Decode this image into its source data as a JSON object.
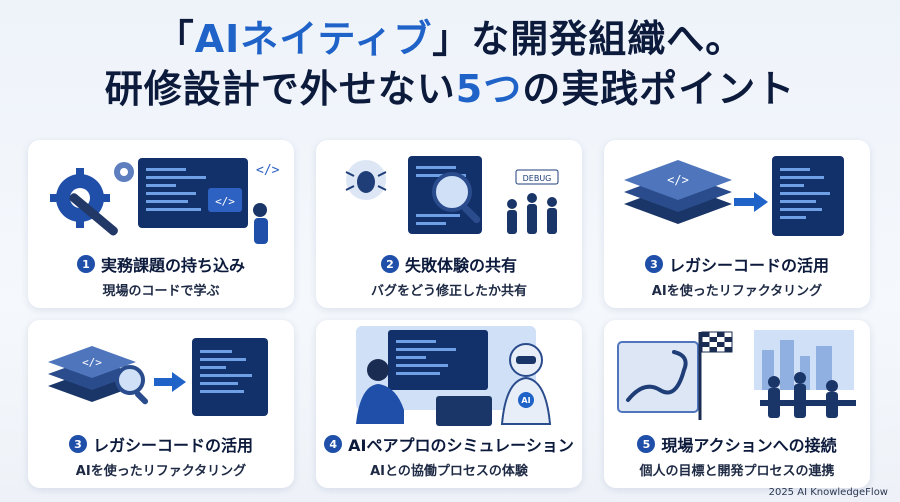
{
  "title": {
    "line1_bracket_open": "「",
    "line1_highlight": "AIネイティブ",
    "line1_rest": "」な開発組織へ。",
    "line2_pre": "研修設計で外せない",
    "line2_highlight": "5つ",
    "line2_post": "の実践ポイント"
  },
  "cards": [
    {
      "number": "1",
      "heading": "実務課題の持ち込み",
      "sub": "現場のコードで学ぶ",
      "icon": "gear-wrench-code-person-icon"
    },
    {
      "number": "2",
      "heading": "失敗体験の共有",
      "sub": "バグをどう修正したか共有",
      "icon": "bug-debug-magnifier-team-icon",
      "badge": "DEBUG"
    },
    {
      "number": "3",
      "heading": "レガシーコードの活用",
      "sub": "AIを使ったリファクタリング",
      "icon": "layers-to-code-icon"
    },
    {
      "number": "3",
      "heading": "レガシーコードの活用",
      "sub": "AIを使ったリファクタリング",
      "icon": "layers-magnifier-to-code-icon"
    },
    {
      "number": "4",
      "heading": "AIペアプロのシミュレーション",
      "sub": "AIとの協働プロセスの体験",
      "icon": "human-and-ai-robot-pair-programming-icon",
      "robot_label": "AI"
    },
    {
      "number": "5",
      "heading": "現場アクションへの接続",
      "sub": "個人の目標と開発プロセスの連携",
      "icon": "flag-roadmap-team-icon"
    }
  ],
  "footer": "2025 AI KnowledgeFlow",
  "colors": {
    "accent": "#1f63c9",
    "navy": "#0c1a3c",
    "panel": "#1a3a78"
  }
}
